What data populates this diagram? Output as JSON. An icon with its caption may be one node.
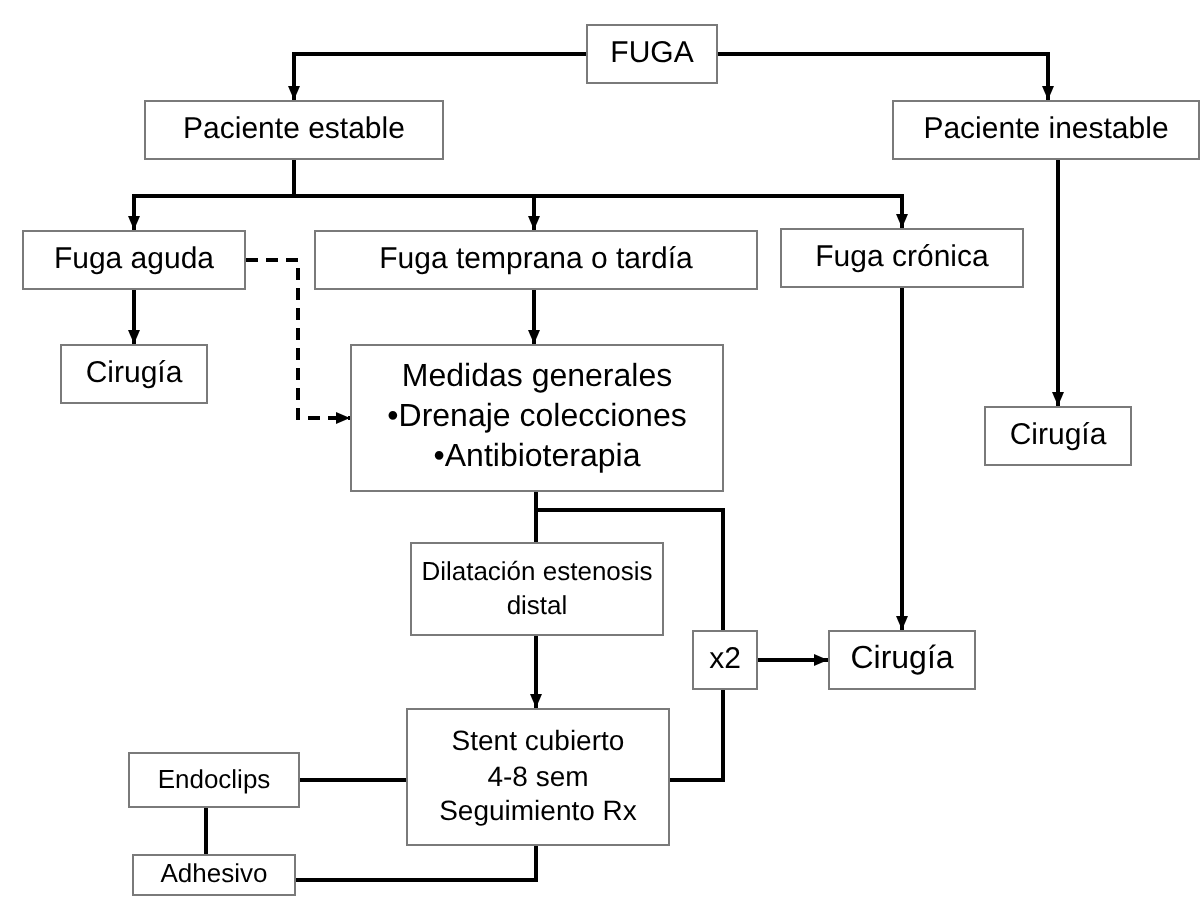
{
  "diagram": {
    "nodes": [
      {
        "text": [
          "FUGA"
        ]
      },
      {
        "text": [
          "Paciente estable"
        ]
      },
      {
        "text": [
          "Paciente inestable"
        ]
      },
      {
        "text": [
          "Fuga aguda"
        ]
      },
      {
        "text": [
          "Fuga temprana o tardía"
        ]
      },
      {
        "text": [
          "Fuga crónica"
        ]
      },
      {
        "text": [
          "Cirugía"
        ]
      },
      {
        "text": [
          "Medidas generales",
          "•Drenaje colecciones",
          "•Antibioterapia"
        ]
      },
      {
        "text": [
          "Cirugía"
        ]
      },
      {
        "text": [
          "Dilatación estenosis distal"
        ]
      },
      {
        "text": [
          "x2"
        ]
      },
      {
        "text": [
          "Cirugía"
        ]
      },
      {
        "text": [
          "Stent cubierto",
          "4-8 sem",
          "Seguimiento Rx"
        ]
      },
      {
        "text": [
          "Endoclips"
        ]
      },
      {
        "text": [
          "Adhesivo"
        ]
      }
    ],
    "edges": [
      {
        "from": 0,
        "to": 1,
        "arrow": "to"
      },
      {
        "from": 0,
        "to": 2,
        "arrow": "to"
      },
      {
        "from": 1,
        "to": 3,
        "arrow": "to"
      },
      {
        "from": 1,
        "to": 4,
        "arrow": "to"
      },
      {
        "from": 1,
        "to": 5,
        "arrow": "to"
      },
      {
        "from": 2,
        "to": 8,
        "arrow": "to"
      },
      {
        "from": 3,
        "to": 6,
        "arrow": "to"
      },
      {
        "from": 3,
        "to": 7,
        "arrow": "to",
        "style": "dashed"
      },
      {
        "from": 4,
        "to": 7,
        "arrow": "to"
      },
      {
        "from": 5,
        "to": 11,
        "arrow": "to"
      },
      {
        "from": 7,
        "to": 9,
        "arrow": "none"
      },
      {
        "from": 7,
        "to": 10,
        "arrow": "none"
      },
      {
        "from": 9,
        "to": 12,
        "arrow": "to"
      },
      {
        "from": 12,
        "to": 10,
        "arrow": "none"
      },
      {
        "from": 10,
        "to": 11,
        "arrow": "to"
      },
      {
        "from": 13,
        "to": 12,
        "arrow": "none"
      },
      {
        "from": 13,
        "to": 14,
        "arrow": "none"
      },
      {
        "from": 14,
        "to": 12,
        "arrow": "none"
      }
    ]
  }
}
